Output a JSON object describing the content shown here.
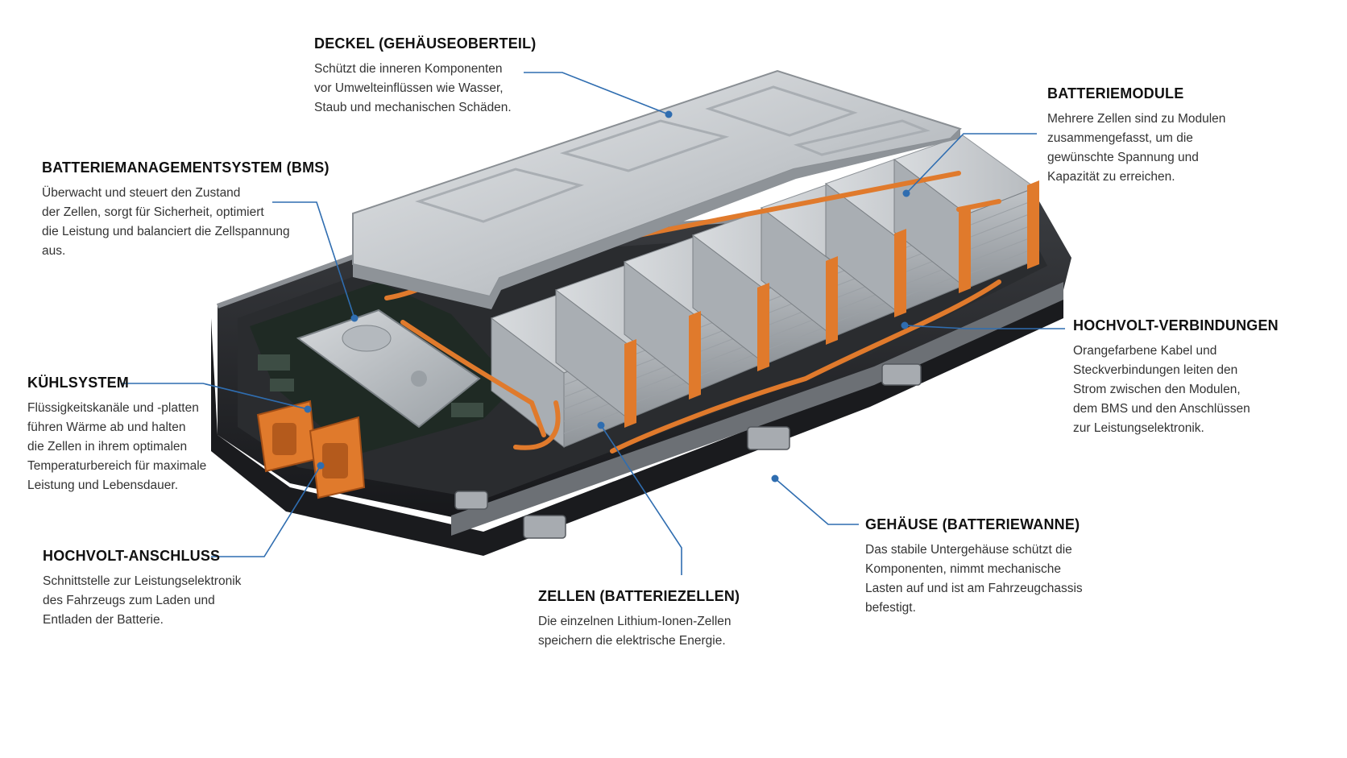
{
  "callouts": {
    "deckel": {
      "title": "DECKEL (GEHÄUSEOBERTEIL)",
      "lines": [
        "Schützt die inneren Komponenten",
        "vor Umwelteinflüssen wie Wasser,",
        "Staub und mechanischen Schäden."
      ]
    },
    "module": {
      "title": "BATTERIEMODULE",
      "lines": [
        "Mehrere Zellen sind zu Modulen",
        "zusammengefasst, um die",
        "gewünschte Spannung und",
        "Kapazität zu erreichen."
      ]
    },
    "bms": {
      "title": "BATTERIEMANAGEMENTSYSTEM (BMS)",
      "lines": [
        "Überwacht und steuert den Zustand",
        "der Zellen, sorgt für Sicherheit, optimiert",
        "die Leistung und balanciert die Zellspannung",
        "aus."
      ]
    },
    "hv_verbindungen": {
      "title": "HOCHVOLT-VERBINDUNGEN",
      "lines": [
        "Orangefarbene Kabel und",
        "Steckverbindungen leiten den",
        "Strom zwischen den Modulen,",
        "dem BMS und den Anschlüssen",
        "zur Leistungselektronik."
      ]
    },
    "kuehl": {
      "title": "KÜHLSYSTEM",
      "lines": [
        "Flüssigkeitskanäle und -platten",
        "führen Wärme ab und halten",
        "die Zellen in ihrem optimalen",
        "Temperaturbereich für maximale",
        "Leistung und Lebensdauer."
      ]
    },
    "gehaeuse": {
      "title": "GEHÄUSE (BATTERIEWANNE)",
      "lines": [
        "Das stabile Untergehäuse schützt die",
        "Komponenten, nimmt mechanische",
        "Lasten auf und ist am Fahrzeugchassis",
        "befestigt."
      ]
    },
    "hv_anschluss": {
      "title": "HOCHVOLT-ANSCHLUSS",
      "lines": [
        "Schnittstelle zur Leistungselektronik",
        "des Fahrzeugs zum Laden und",
        "Entladen der Batterie."
      ]
    },
    "zellen": {
      "title": "ZELLEN (BATTERIEZELLEN)",
      "lines": [
        "Die einzelnen Lithium-Ionen-Zellen",
        "speichern die elektrische Energie."
      ]
    }
  },
  "colors": {
    "leader": "#2f6db0",
    "orange": "#e07a2c",
    "aluminum": "#c9ccd0",
    "housing": "#2b2d30"
  }
}
